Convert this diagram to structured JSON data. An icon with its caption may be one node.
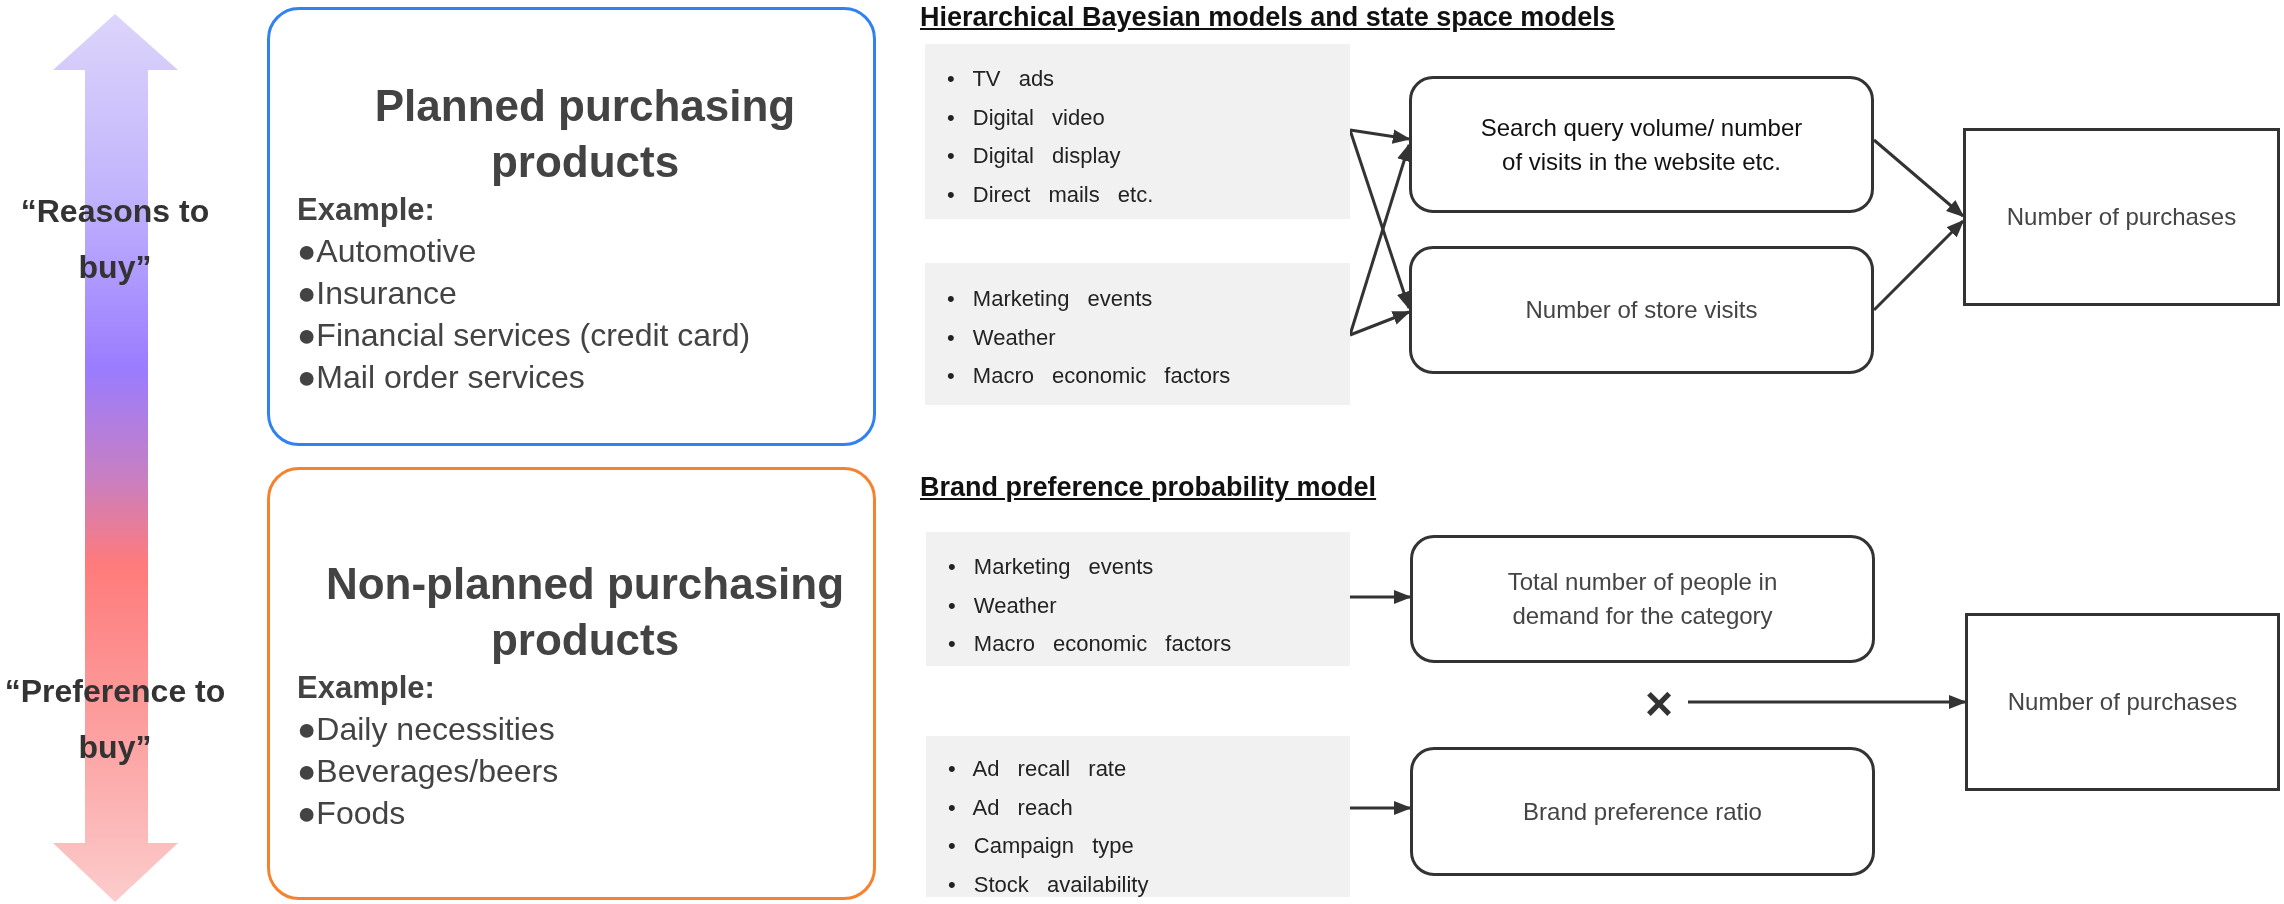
{
  "diagram": {
    "nodes": [
      {
        "text": [
          "Planned purchasing products",
          "Example:",
          "●Automotive",
          "●Insurance",
          "●Financial services (credit card)",
          "●Mail order services"
        ]
      },
      {
        "text": [
          "Non-planned purchasing products",
          "Example:",
          "●Daily necessities",
          "●Beverages/beers",
          "●Foods"
        ]
      },
      {
        "text": [
          "• TV ads",
          "• Digital video",
          "• Digital display",
          "• Direct mails etc."
        ]
      },
      {
        "text": [
          "• Marketing events",
          "• Weather",
          "• Macro economic factors"
        ]
      },
      {
        "text": [
          "Search query volume/ number of visits in the website etc."
        ]
      },
      {
        "text": [
          "Number of store visits"
        ]
      },
      {
        "text": [
          "Number of purchases"
        ]
      },
      {
        "text": [
          "• Marketing events",
          "• Weather",
          "• Macro economic factors"
        ]
      },
      {
        "text": [
          "• Ad recall rate",
          "• Ad reach",
          "• Campaign type",
          "• Stock availability"
        ]
      },
      {
        "text": [
          "Total number of people in demand for the category"
        ]
      },
      {
        "text": [
          "×"
        ]
      },
      {
        "text": [
          "Brand preference ratio"
        ]
      },
      {
        "text": [
          "Number of purchases"
        ]
      }
    ],
    "edges": [
      {
        "from": 2,
        "to": 4,
        "arrow": "to"
      },
      {
        "from": 2,
        "to": 5,
        "arrow": "to"
      },
      {
        "from": 3,
        "to": 4,
        "arrow": "to"
      },
      {
        "from": 3,
        "to": 5,
        "arrow": "to"
      },
      {
        "from": 4,
        "to": 6,
        "arrow": "to"
      },
      {
        "from": 5,
        "to": 6,
        "arrow": "to"
      },
      {
        "from": 7,
        "to": 9,
        "arrow": "to"
      },
      {
        "from": 8,
        "to": 11,
        "arrow": "to"
      },
      {
        "from": 10,
        "to": 12,
        "arrow": "to"
      }
    ],
    "labels": [
      "“Reasons to buy”",
      "“Preference to buy”",
      "Hierarchical Bayesian models and state space models",
      "Brand preference probability model"
    ]
  }
}
